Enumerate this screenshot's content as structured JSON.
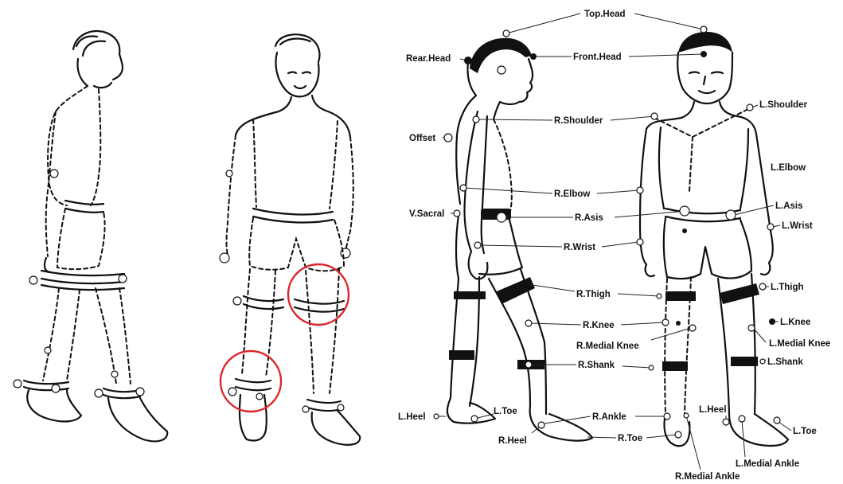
{
  "labels": {
    "top_head": "Top.Head",
    "rear_head": "Rear.Head",
    "front_head": "Front.Head",
    "r_shoulder": "R.Shoulder",
    "l_shoulder": "L.Shoulder",
    "offset": "Offset",
    "l_elbow": "L.Elbow",
    "r_elbow": "R.Elbow",
    "v_sacral": "V.Sacral",
    "r_asis": "R.Asis",
    "l_asis": "L.Asis",
    "l_wrist": "L.Wrist",
    "r_wrist": "R.Wrist",
    "r_thigh": "R.Thigh",
    "l_thigh": "L.Thigh",
    "r_knee": "R.Knee",
    "l_knee": "L.Knee",
    "r_medial_knee": "R.Medial Knee",
    "l_medial_knee": "L.Medial Knee",
    "r_shank": "R.Shank",
    "l_shank": "L.Shank",
    "l_heel_left": "L.Heel",
    "l_toe_left": "L.Toe",
    "r_ankle": "R.Ankle",
    "r_heel": "R.Heel",
    "r_toe": "R.Toe",
    "l_heel_right": "L.Heel",
    "l_toe_right": "L.Toe",
    "l_medial_ankle": "L.Medial Ankle",
    "r_medial_ankle": "R.Medial Ankle"
  },
  "highlight_color": "#d9262a",
  "ink_color": "#111111"
}
